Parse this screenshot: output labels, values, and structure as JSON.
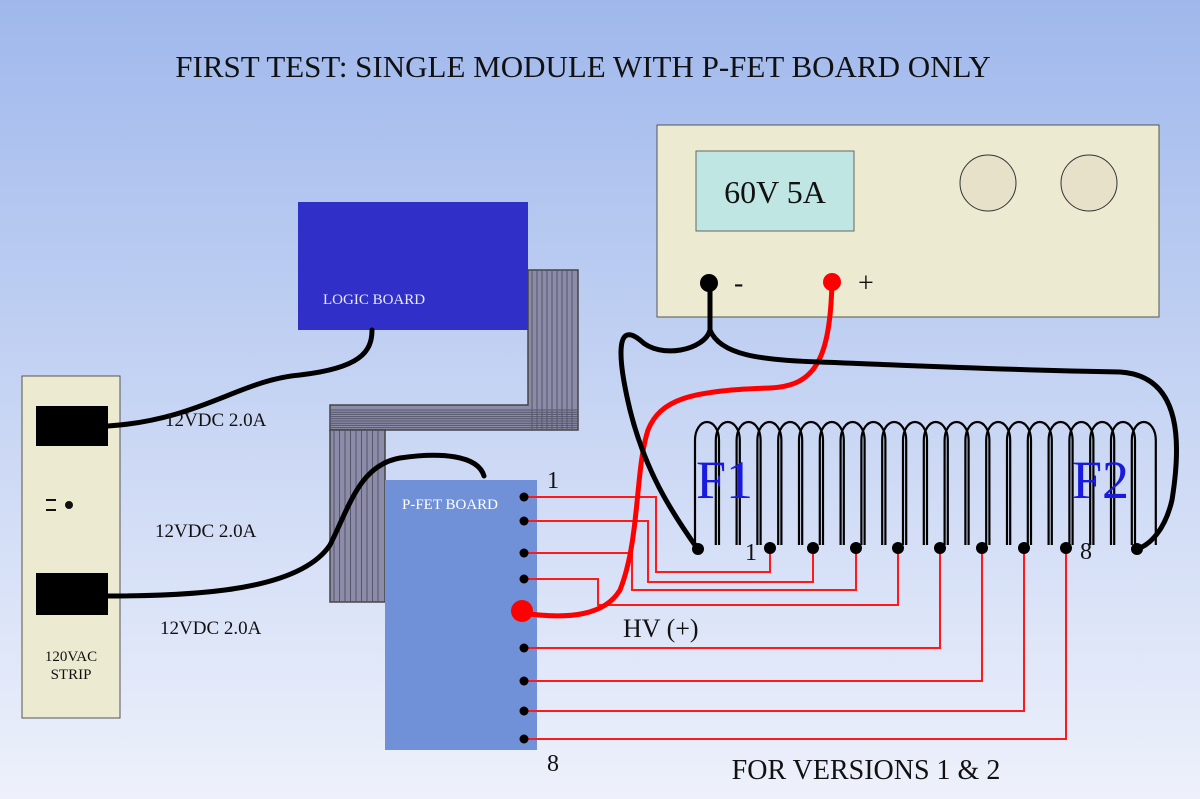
{
  "title": "FIRST TEST: SINGLE MODULE WITH P-FET BOARD ONLY",
  "power_supply": {
    "display": "60V 5A",
    "minus_label": "-",
    "plus_label": "+"
  },
  "logic_board": {
    "label": "LOGIC BOARD"
  },
  "strip": {
    "label_line1": "120VAC",
    "label_line2": "STRIP"
  },
  "supply_labels": [
    "12VDC 2.0A",
    "12VDC 2.0A",
    "12VDC 2.0A"
  ],
  "pfet_board": {
    "label": "P-FET BOARD",
    "pin_first": "1",
    "pin_last": "8"
  },
  "hv_label": "HV (+)",
  "coil": {
    "f1": "F1",
    "f2": "F2",
    "tap_first": "1",
    "tap_last": "8"
  },
  "footer": "FOR VERSIONS 1 & 2",
  "colors": {
    "bg_top": "#9fb8ec",
    "bg_bottom": "#eef1fb",
    "logic_board": "#3030c8",
    "pfet_board": "#7090d8",
    "power_supply": "#ecead0",
    "display": "#bfe6e2",
    "wire_red": "#ff0000",
    "filament_label": "#1a1adf"
  }
}
